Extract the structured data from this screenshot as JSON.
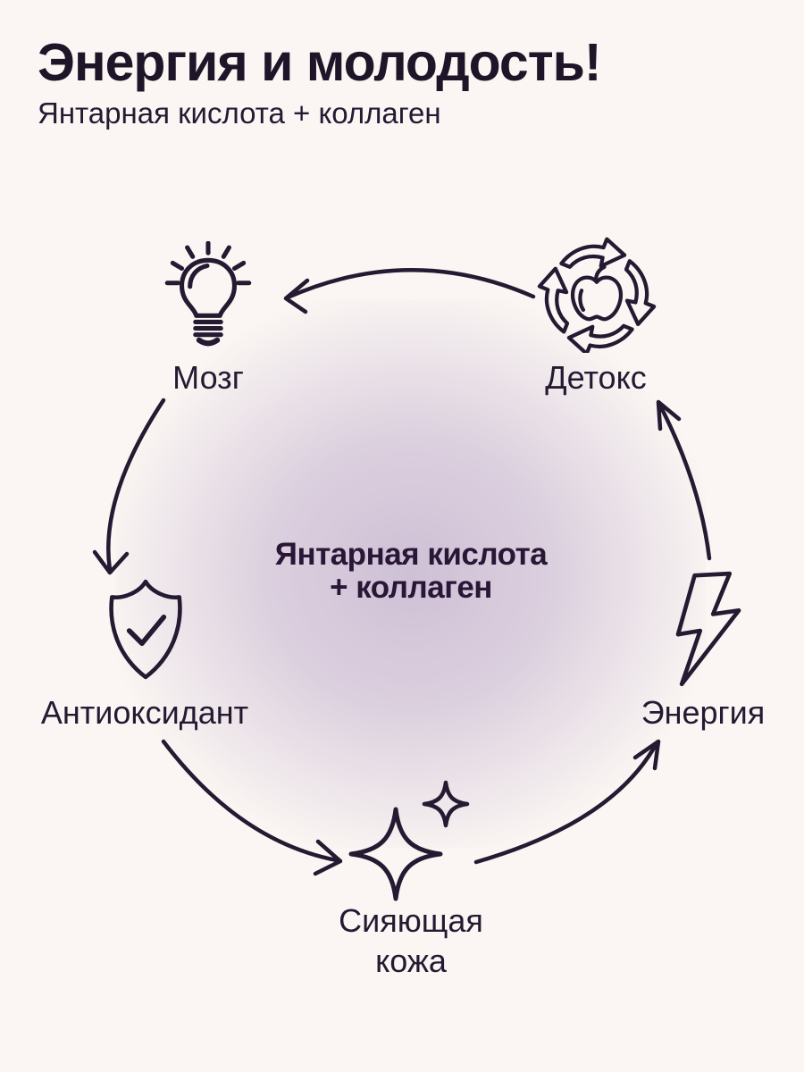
{
  "header": {
    "title": "Энергия и молодость!",
    "subtitle": "Янтарная кислота + коллаген"
  },
  "diagram": {
    "center": {
      "line1": "Янтарная кислота",
      "line2": "+ коллаген"
    },
    "nodes": [
      {
        "id": "brain",
        "label": "Мозг",
        "icon": "lightbulb-icon"
      },
      {
        "id": "detox",
        "label": "Детокс",
        "icon": "apple-recycle-icon"
      },
      {
        "id": "energy",
        "label": "Энергия",
        "icon": "lightning-bolt-icon"
      },
      {
        "id": "antioxidant",
        "label": "Антиоксидант",
        "icon": "shield-check-icon"
      },
      {
        "id": "skin",
        "line1": "Сияющая",
        "line2": "кожа",
        "icon": "sparkles-icon"
      }
    ],
    "cycle_order": [
      "Детокс",
      "Мозг",
      "Антиоксидант",
      "Сияющая кожа",
      "Энергия"
    ],
    "colors": {
      "ink": "#241a32",
      "background": "#fbf6f3",
      "glow": "#b09cc2",
      "title": "#1f1528"
    }
  }
}
